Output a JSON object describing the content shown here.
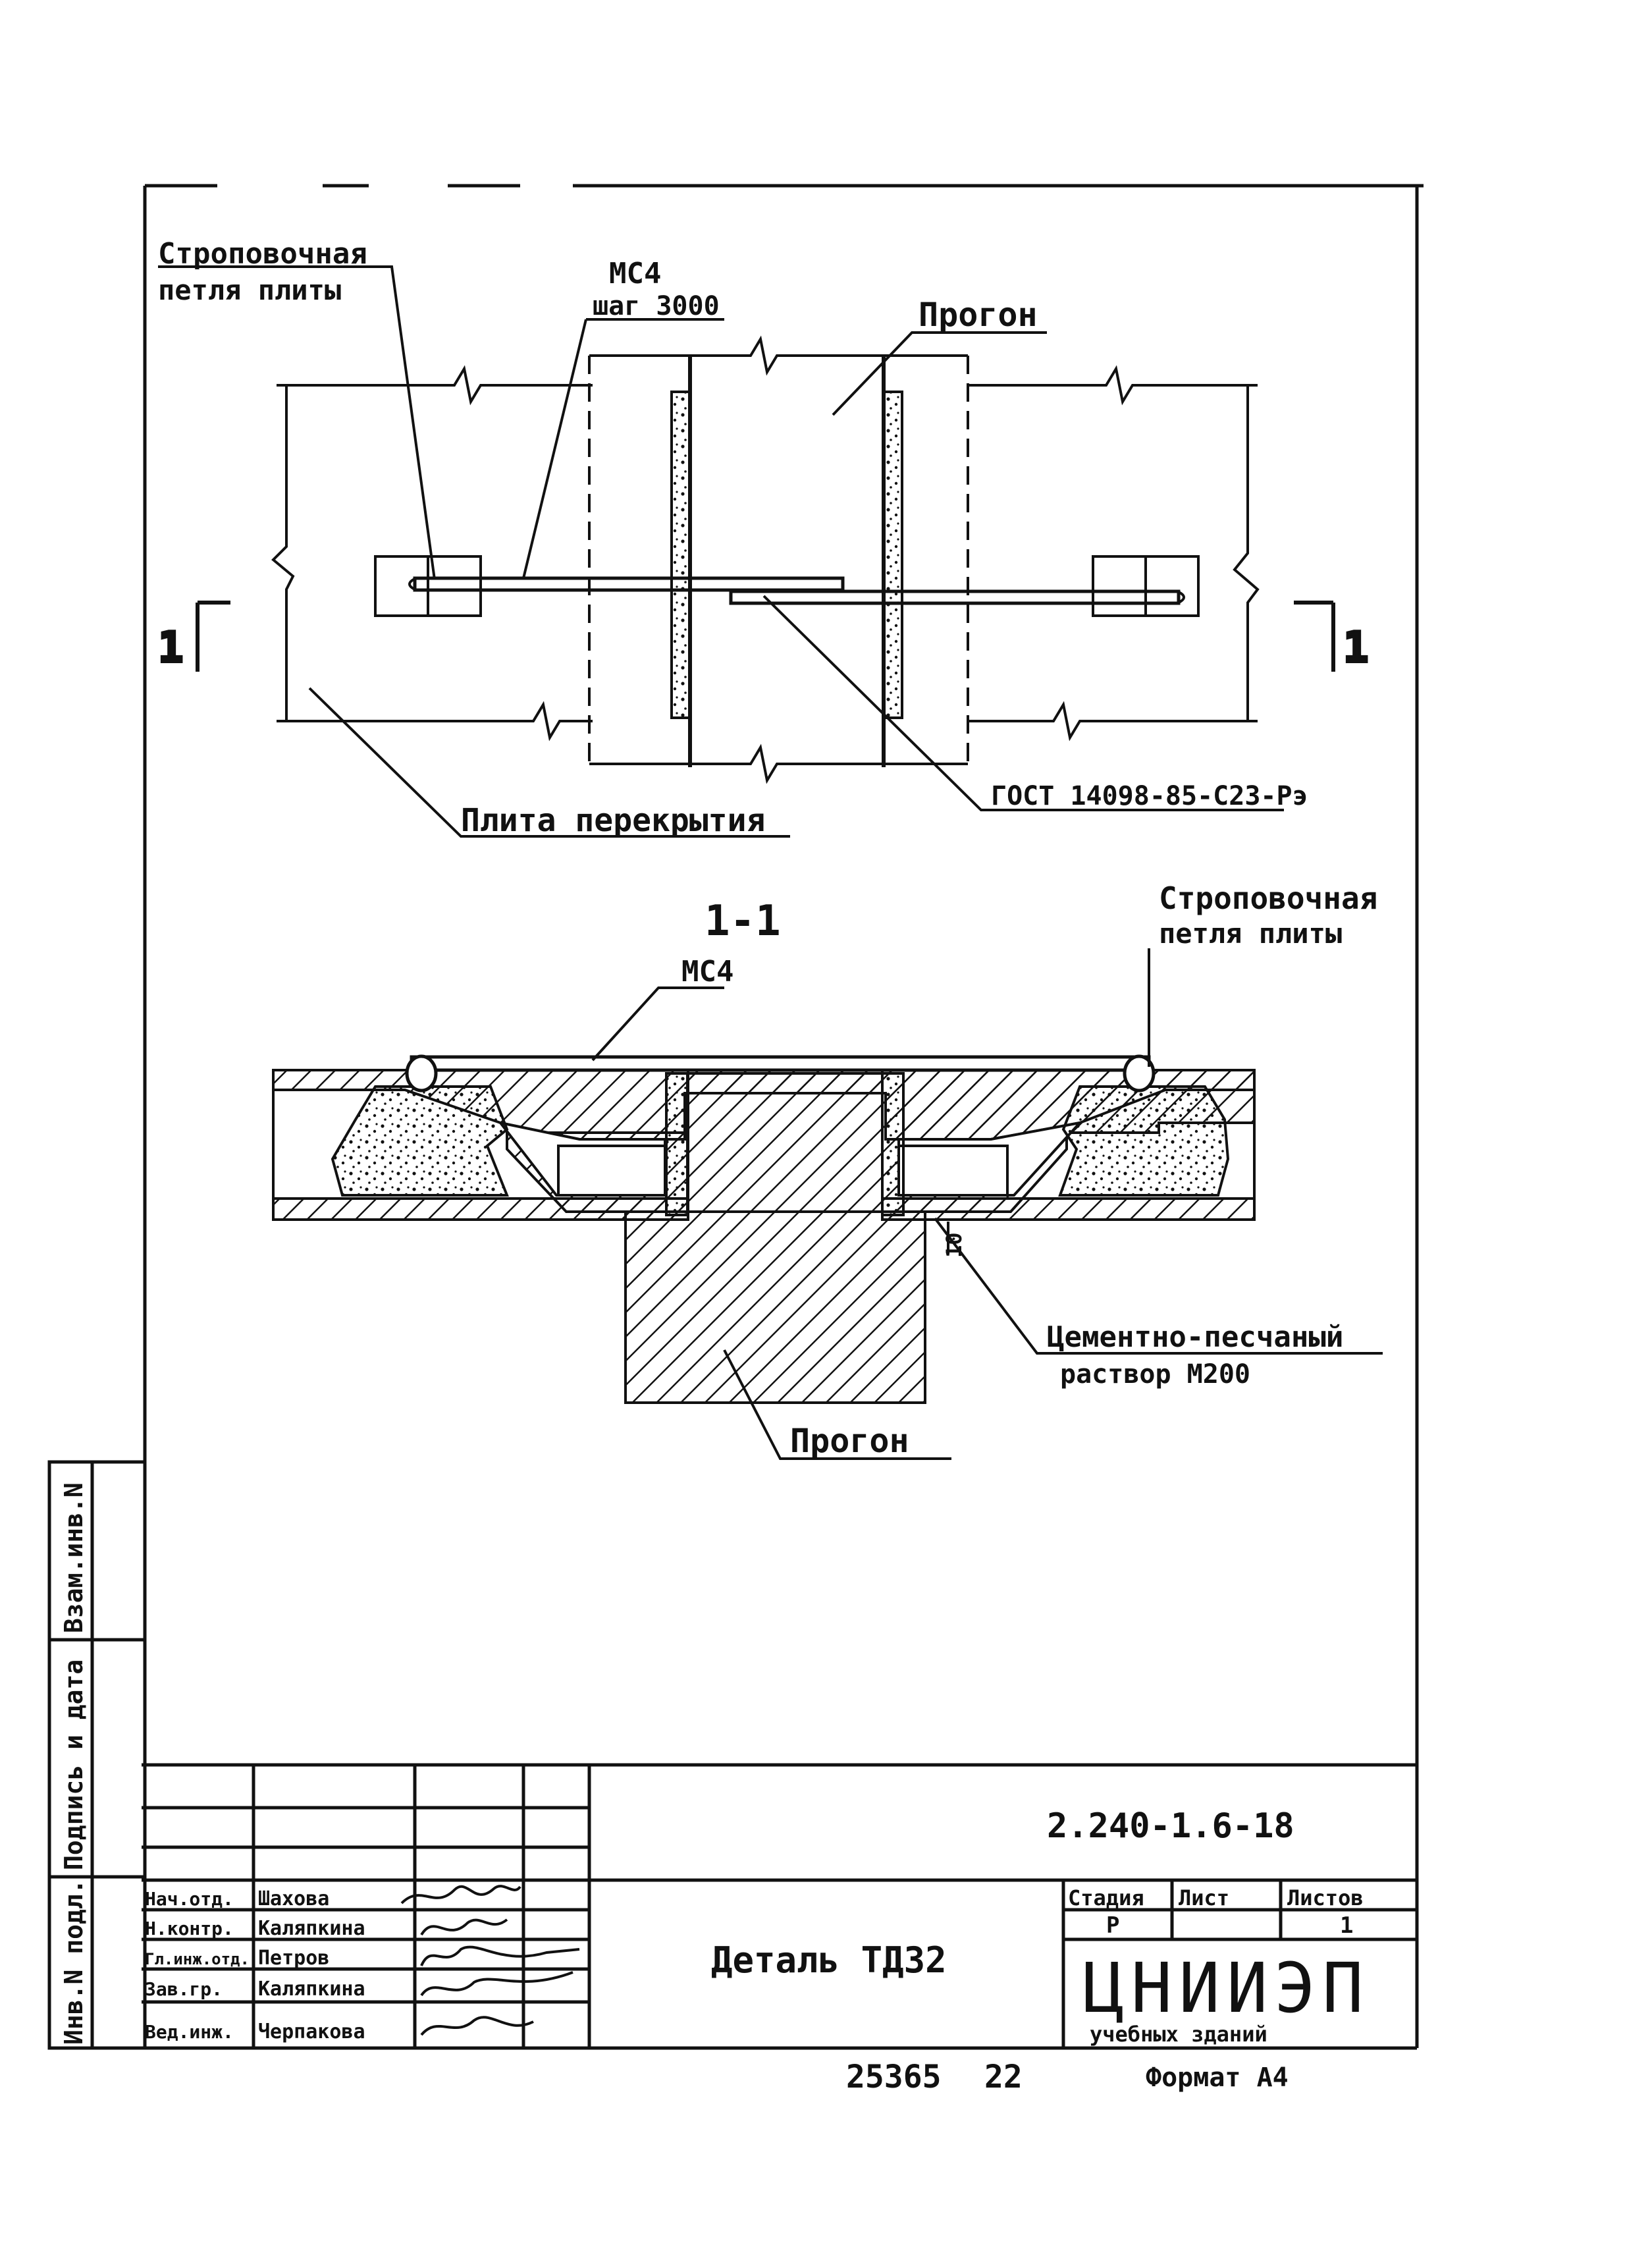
{
  "plan": {
    "sling_loop_label_1": "Строповочная",
    "sling_loop_label_2": "петля плиты",
    "mc_label": "МС4",
    "step_label": "шаг 3000",
    "purlin_label": "Прогон",
    "slab_label": "Плита перекрытия",
    "gost_label": "ГОСТ 14098-85-С23-Рэ",
    "section_mark": "1"
  },
  "section": {
    "title": "1-1",
    "sling_loop_label_1": "Строповочная",
    "sling_loop_label_2": "петля плиты",
    "mc_label": "МС4",
    "dim_label": "10",
    "mortar_label_1": "Цементно-песчаный",
    "mortar_label_2": "раствор М200",
    "purlin_label": "Прогон"
  },
  "side_stamp": {
    "inv_original": "Инв.N подл.",
    "signature_date": "Подпись и дата",
    "replace_inv": "Взам.инв.N"
  },
  "title_block": {
    "doc_code": "2.240-1.6-18",
    "title": "Деталь ТД32",
    "stage_header": "Стадия",
    "sheet_header": "Лист",
    "sheets_header": "Листов",
    "stage_value": "Р",
    "sheet_value": "",
    "sheets_value": "1",
    "org_name": "ЦНИИЭП",
    "org_sub": "учебных зданий",
    "rows": [
      {
        "role": "Нач.отд.",
        "name": "Шахова"
      },
      {
        "role": "Н.контр.",
        "name": "Каляпкина"
      },
      {
        "role": "Гл.инж.отд.",
        "name": "Петров"
      },
      {
        "role": "Зав.гр.",
        "name": "Каляпкина"
      },
      {
        "role": "Вед.инж.",
        "name": "Черпакова"
      }
    ],
    "archive_number": "25365",
    "archive_copy": "22",
    "format": "Формат А4"
  }
}
